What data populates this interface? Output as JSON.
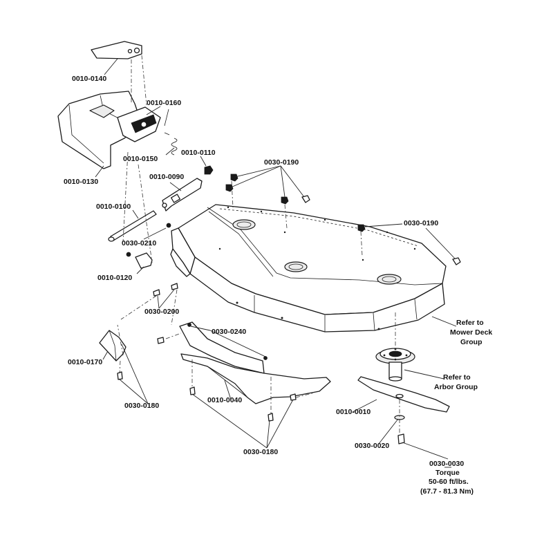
{
  "colors": {
    "ink": "#1a1a1a",
    "background": "#ffffff"
  },
  "labels": {
    "p0010_0140": "0010-0140",
    "p0010_0160": "0010-0160",
    "p0010_0150": "0010-0150",
    "p0010_0110": "0010-0110",
    "p0010_0130": "0010-0130",
    "p0010_0090": "0010-0090",
    "p0030_0190_top": "0030-0190",
    "p0030_0190_right": "0030-0190",
    "p0010_0100": "0010-0100",
    "p0030_0210": "0030-0210",
    "p0010_0120": "0010-0120",
    "p0030_0200": "0030-0200",
    "p0030_0240": "0030-0240",
    "refer_deck_1": "Refer to",
    "refer_deck_2": "Mower Deck",
    "refer_deck_3": "Group",
    "p0010_0170": "0010-0170",
    "refer_arbor_1": "Refer to",
    "refer_arbor_2": "Arbor Group",
    "p0010_0040": "0010-0040",
    "p0030_0180_left": "0030-0180",
    "p0010_0010": "0010-0010",
    "p0030_0020": "0030-0020",
    "p0030_0180_bottom": "0030-0180",
    "p0030_0030": "0030-0030",
    "torque_1": "Torque",
    "torque_2": "50-60 ft/lbs.",
    "torque_3": "(67.7 - 81.3 Nm)"
  }
}
